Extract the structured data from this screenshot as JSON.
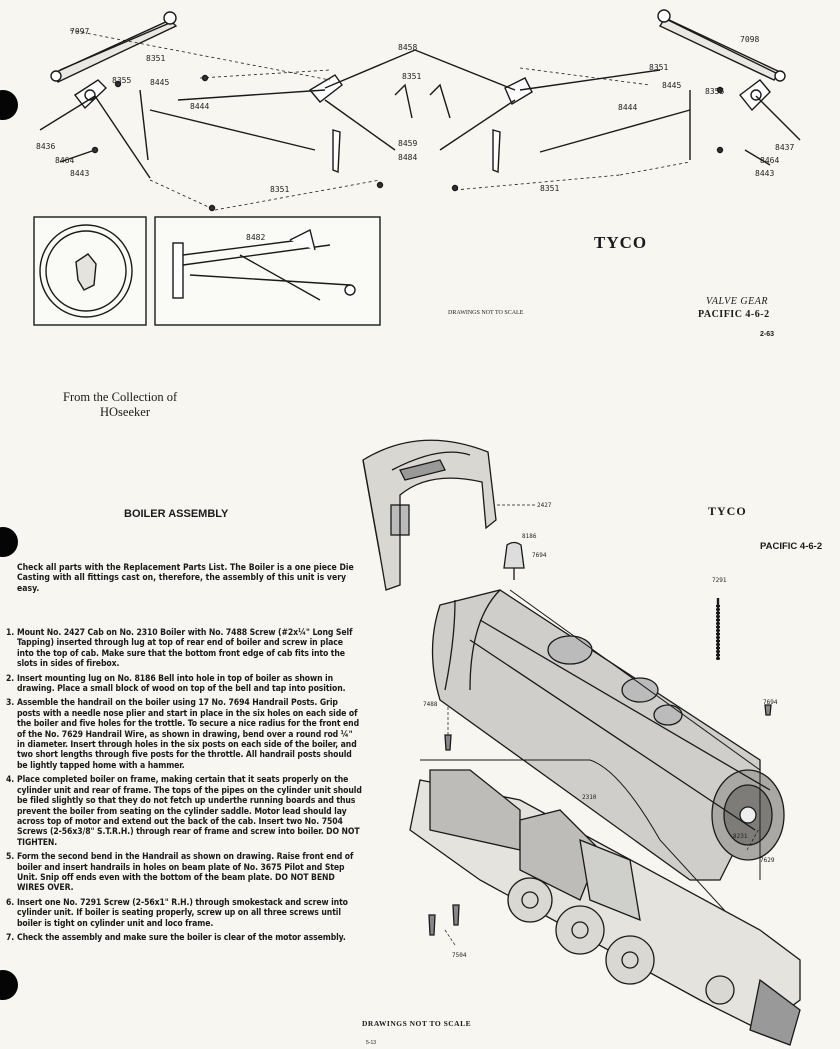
{
  "valve_gear": {
    "part_labels": [
      "7097",
      "7098",
      "8458",
      "8351",
      "8351",
      "8351",
      "8351",
      "8351",
      "8355",
      "8355",
      "8445",
      "8445",
      "8444",
      "8444",
      "8436",
      "8437",
      "8464",
      "8464",
      "8443",
      "8443",
      "8459",
      "8484",
      "8482"
    ],
    "brand": "TYCO",
    "title": "VALVE GEAR",
    "model": "PACIFIC 4-6-2",
    "date": "2-63",
    "note": "DRAWINGS NOT TO SCALE"
  },
  "collection": {
    "line1": "From the Collection of",
    "line2": "HOseeker"
  },
  "boiler": {
    "title": "BOILER ASSEMBLY",
    "brand": "TYCO",
    "model": "PACIFIC 4-6-2",
    "intro": "Check all parts with the Replacement Parts List. The Boiler is a one piece Die Casting with all fittings cast on, therefore, the assembly of this unit is very easy.",
    "steps": [
      {
        "num": "1.",
        "text": "Mount No. 2427 Cab on No. 2310 Boiler with No. 7488 Screw (#2x¼\" Long Self Tapping) inserted through lug at top of rear end of boiler and screw in place into the top of cab. Make sure that the bottom front edge of cab fits into the slots in sides of firebox."
      },
      {
        "num": "2.",
        "text": "Insert mounting lug on No. 8186 Bell into hole in top of boiler as shown in drawing. Place a small block of wood on top of the bell and tap into position."
      },
      {
        "num": "3.",
        "text": "Assemble the handrail on the boiler using 17 No. 7694 Handrail Posts. Grip posts with a needle nose plier and start in place in the six holes on each side of the boiler and five holes for the trottle. To secure a nice radius for the front end of the No. 7629 Handrail Wire, as shown in drawing, bend over a round rod ¼\" in diameter. Insert through holes in the six posts on each side of the boiler, and two short lengths through five posts for the throttle. All handrail posts should be lightly tapped home with a hammer."
      },
      {
        "num": "4.",
        "text": "Place completed boiler on frame, making certain that it seats properly on the cylinder unit and rear of frame. The tops of the pipes on the cylinder unit should be filed slightly so that they do not fetch up underthe running boards and thus prevent the boiler from seating on the cylinder saddle. Motor lead should lay across top of motor and extend out the back of the cab. Insert two No. 7504 Screws (2-56x3/8\" S.T.R.H.) through rear of frame and screw into boiler. DO NOT TIGHTEN."
      },
      {
        "num": "5.",
        "text": "Form the second bend in the Handrail as shown on drawing. Raise front end of boiler and insert handrails in holes on beam plate of No. 3675 Pilot and Step Unit. Snip off ends even with the bottom of the beam plate. DO NOT BEND WIRES OVER."
      },
      {
        "num": "6.",
        "text": "Insert one No. 7291 Screw (2-56x1\" R.H.) through smokestack and screw into cylinder unit. If boiler is seating properly, screw up on all three screws until boiler is tight on cylinder unit and loco frame."
      },
      {
        "num": "7.",
        "text": "Check the assembly and make sure the boiler is clear of the motor assembly."
      }
    ],
    "part_labels": [
      "2427",
      "8186",
      "7694",
      "7291",
      "7694",
      "7488",
      "2310",
      "8231",
      "7629",
      "7504"
    ],
    "note": "DRAWINGS NOT TO SCALE",
    "page": "5-13"
  }
}
